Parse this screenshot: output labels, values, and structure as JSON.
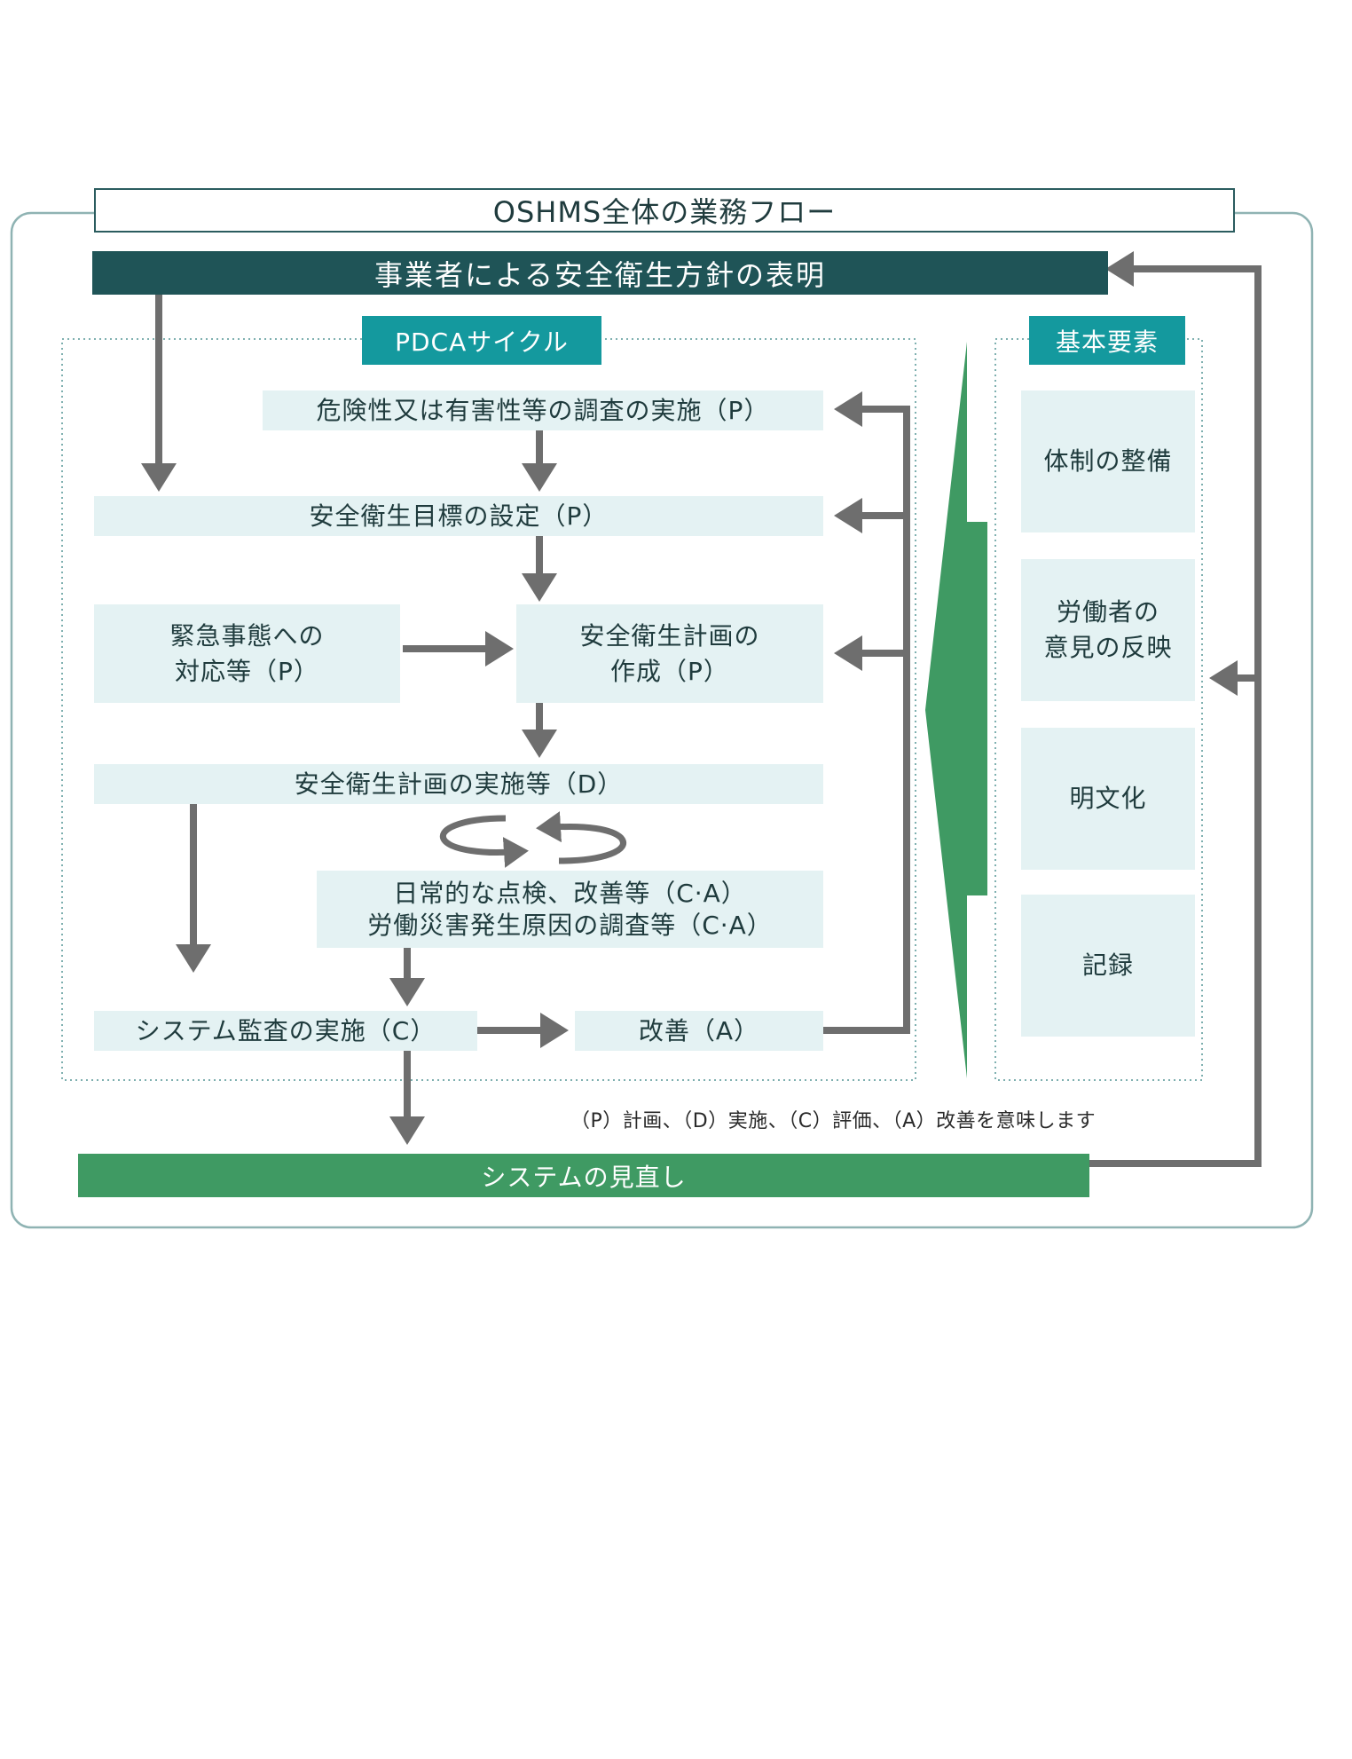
{
  "title": "OSHMS全体の業務フロー",
  "policy": "事業者による安全衛生方針の表明",
  "pdca_label": "PDCAサイクル",
  "elements_label": "基本要素",
  "steps": {
    "risk_survey": "危険性又は有害性等の調査の実施（P）",
    "targets": "安全衛生目標の設定（P）",
    "emergency_line1": "緊急事態への",
    "emergency_line2": "対応等（P）",
    "plan_line1": "安全衛生計画の",
    "plan_line2": "作成（P）",
    "implementation": "安全衛生計画の実施等（D）",
    "inspection_line1": "日常的な点検、改善等（C·A）",
    "inspection_line2": "労働災害発生原因の調査等（C·A）",
    "audit": "システム監査の実施（C）",
    "improvement": "改善（A）"
  },
  "elements": {
    "e1": "体制の整備",
    "e2_line1": "労働者の",
    "e2_line2": "意見の反映",
    "e3": "明文化",
    "e4": "記録"
  },
  "legend": "（P）計画、（D）実施、（C）評価、（A）改善を意味します",
  "review": "システムの見直し",
  "colors": {
    "dark_teal": "#1f5457",
    "teal_tag": "#14999e",
    "green": "#3f9a63",
    "light_box": "#e4f2f3",
    "arrow_gray": "#6e6e6e",
    "frame": "#8fb3b3"
  }
}
